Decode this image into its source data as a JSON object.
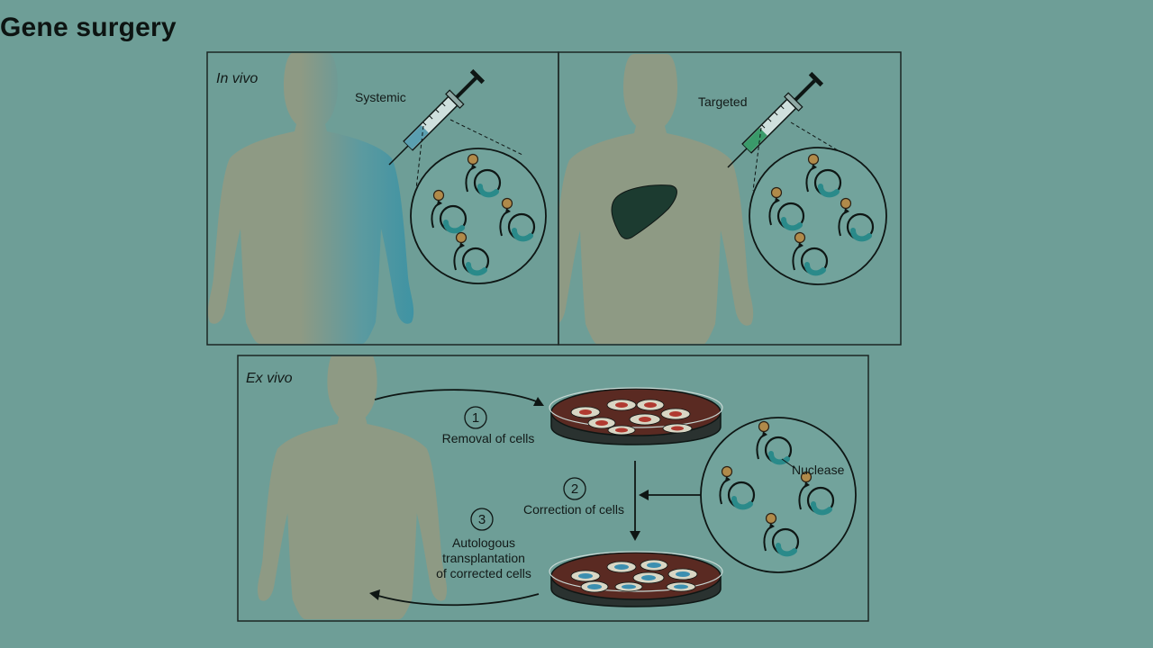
{
  "title": "Gene surgery",
  "panels": {
    "in_vivo": {
      "label": "In vivo",
      "systemic_label": "Systemic",
      "targeted_label": "Targeted"
    },
    "ex_vivo": {
      "label": "Ex vivo",
      "steps": [
        {
          "number": "1",
          "text": "Removal of cells"
        },
        {
          "number": "2",
          "text": "Correction of cells"
        },
        {
          "number": "3",
          "lines": [
            "Autologous",
            "transplantation",
            "of corrected cells"
          ]
        }
      ],
      "nuclease_label": "Nuclease"
    }
  },
  "colors": {
    "background": "#6e9e97",
    "body_silhouette": "#8e9a84",
    "systemic_blue": "#3f93a3",
    "liver": "#1c3b30",
    "syringe_blue": "#5a9fb0",
    "syringe_green": "#3a9a6a",
    "dish_medium": "#5a2a22",
    "nuclease_teal": "#2a8a8a",
    "nuclease_ball": "#b08a4a",
    "cell_red": "#b03a30",
    "cell_blue": "#3c8fb0"
  },
  "icons": [
    "syringe-icon",
    "liver-icon",
    "petri-dish-icon",
    "nuclease-icon",
    "dna-circle-icon"
  ]
}
